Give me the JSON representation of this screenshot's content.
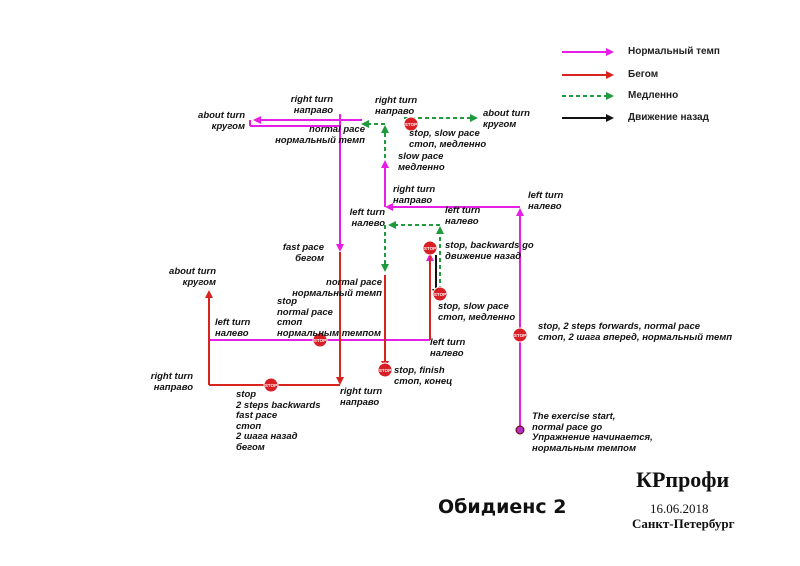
{
  "legend": {
    "normal": "Нормальный темп",
    "run": "Бегом",
    "slow": "Медленно",
    "back": "Движение назад"
  },
  "colors": {
    "normal": "#e61ee6",
    "run": "#d8231f",
    "slow": "#1f9a3c",
    "back": "#111111",
    "stop_fill": "#d91f26"
  },
  "stop_sign_text": "STOP",
  "labels": {
    "start": "The exercise start,\nnormal pace go\nУпражнение начинается,\nнормальным темпом",
    "stop_forwards": "stop, 2 steps forwards, normal pace\nстоп, 2 шага вперед, нормальный темп",
    "left_turn_right": "left turn\nналево",
    "right_turn_top": "right turn\nнаправо",
    "slow_pace": "slow pace\nмедленно",
    "stop_slow_top": "stop, slow pace\nстоп, медленно",
    "about_turn_top": "about turn\nкругом",
    "right_turn_topleft": "right turn\nнаправо",
    "normal_pace_top": "normal pace\nнормальный темп",
    "about_turn_topleft": "about turn\nкругом",
    "left_turn_mid": "left turn\nналево",
    "left_turn_center": "left turn\nналево",
    "stop_backwards_go": "stop, backwards go\nдвижение назад",
    "stop_slow_mid": "stop, slow pace\nстоп, медленно",
    "normal_pace_mid": "normal pace\nнормальный темп",
    "fast_pace": "fast pace\nбегом",
    "stop_finish": "stop, finish\nстоп, конец",
    "left_turn_lower": "left turn\nналево",
    "stop_normal_pace": "stop\nnormal pace\nстоп\nнормальным темпом",
    "left_turn_left": "left turn\nналево",
    "about_turn_left": "about turn\nкругом",
    "right_turn_left": "right turn\nнаправо",
    "right_turn_bottom": "right turn\nнаправо",
    "stop_backwards_block": "stop\n2 steps backwards\nfast pace\nстоп\n2 шага назад\nбегом"
  },
  "title": "Обидиенс 2",
  "brand": "КРпрофи",
  "date": "16.06.2018",
  "city": "Санкт-Петербург"
}
